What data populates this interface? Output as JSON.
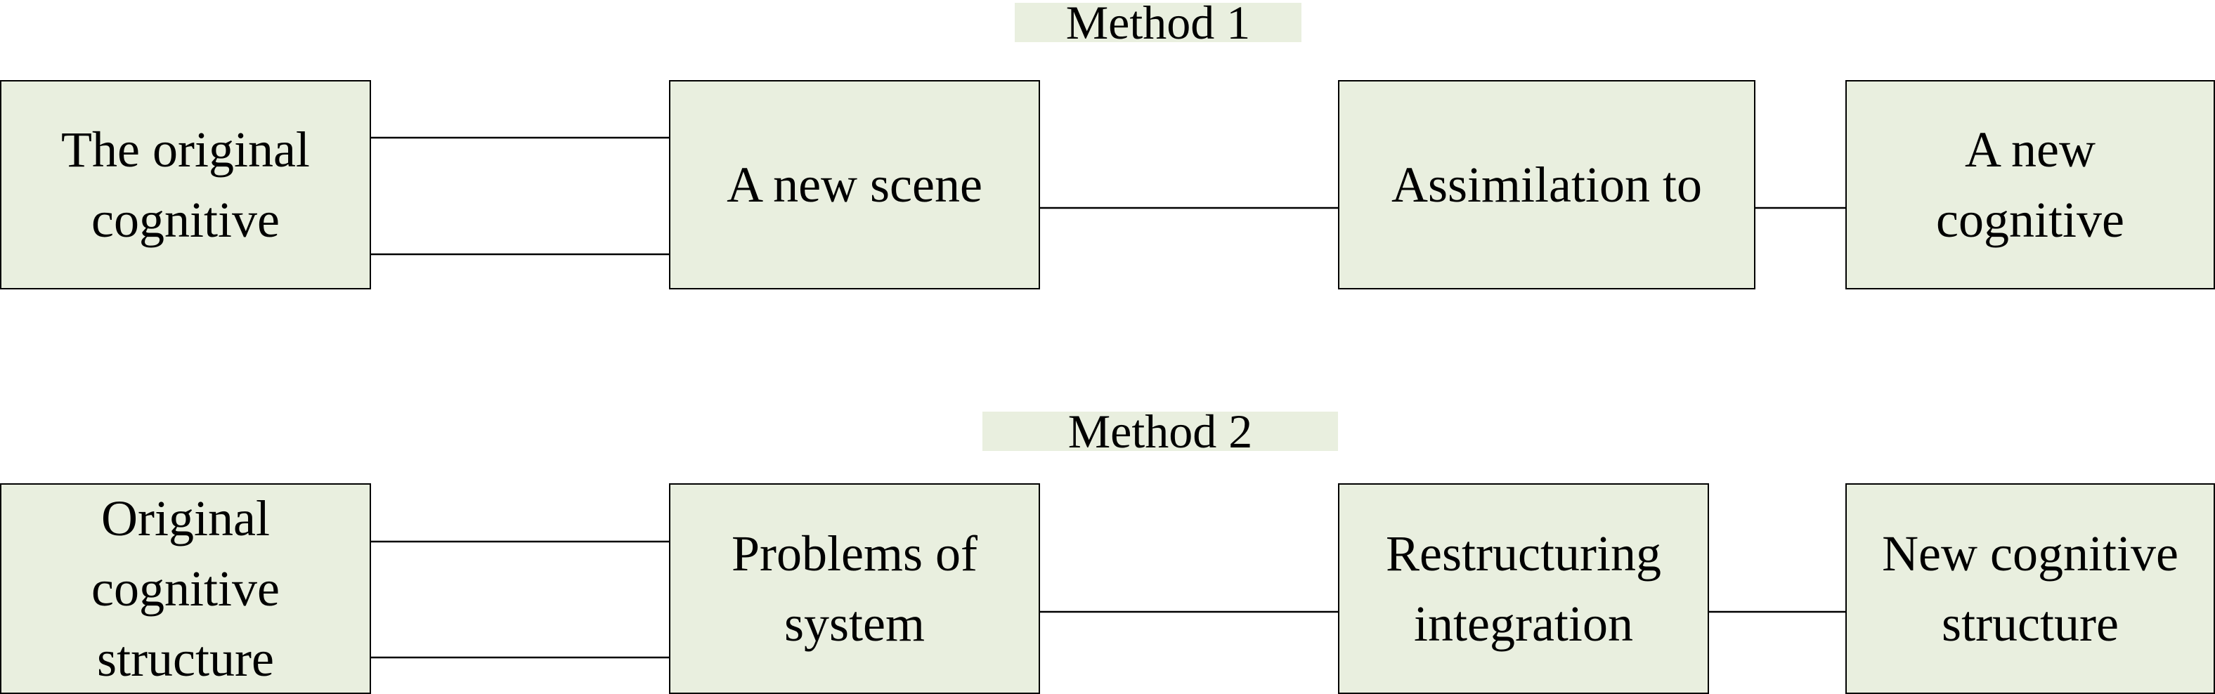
{
  "method1": {
    "title": "Method 1",
    "boxes": [
      "The original\ncognitive",
      "A new scene",
      "Assimilation to",
      "A new\ncognitive"
    ]
  },
  "method2": {
    "title": "Method 2",
    "boxes": [
      "Original\ncognitive\nstructure",
      "Problems of\nsystem",
      "Restructuring\nintegration",
      "New cognitive\nstructure"
    ]
  },
  "colors": {
    "box_fill": "#e9efdf",
    "line": "#000000"
  }
}
